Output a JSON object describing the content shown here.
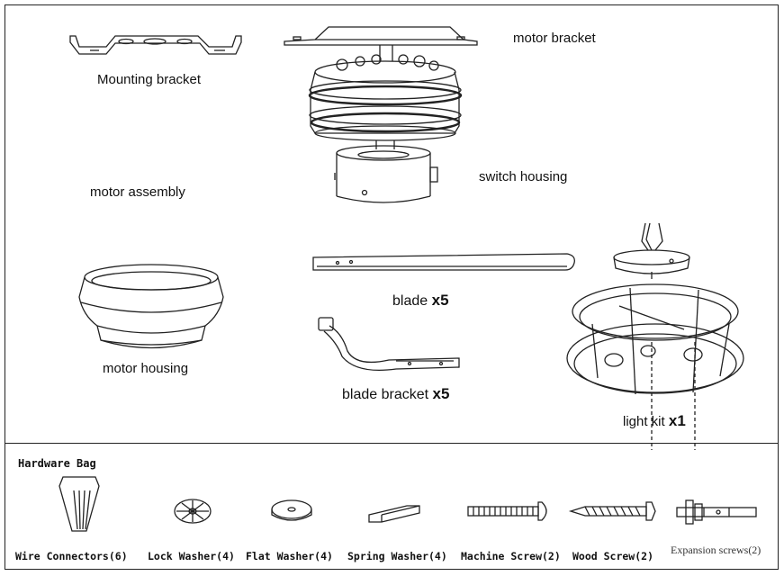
{
  "labels": {
    "motor_bracket": "motor bracket",
    "mounting_bracket": "Mounting bracket",
    "switch_housing": "switch housing",
    "motor_assembly": "motor assembly",
    "motor_housing": "motor housing",
    "blade": "blade",
    "blade_qty": "x5",
    "blade_bracket": "blade bracket",
    "blade_bracket_qty": "x5",
    "light_kit": "light kit",
    "light_kit_qty": "x1"
  },
  "hardware": {
    "title": "Hardware Bag",
    "items": [
      "Wire  Connectors(6)",
      "Lock Washer(4)",
      "Flat Washer(4)",
      "Spring Washer(4)",
      "Machine Screw(2)",
      "Wood Screw(2)",
      "Expansion screws(2)"
    ]
  }
}
